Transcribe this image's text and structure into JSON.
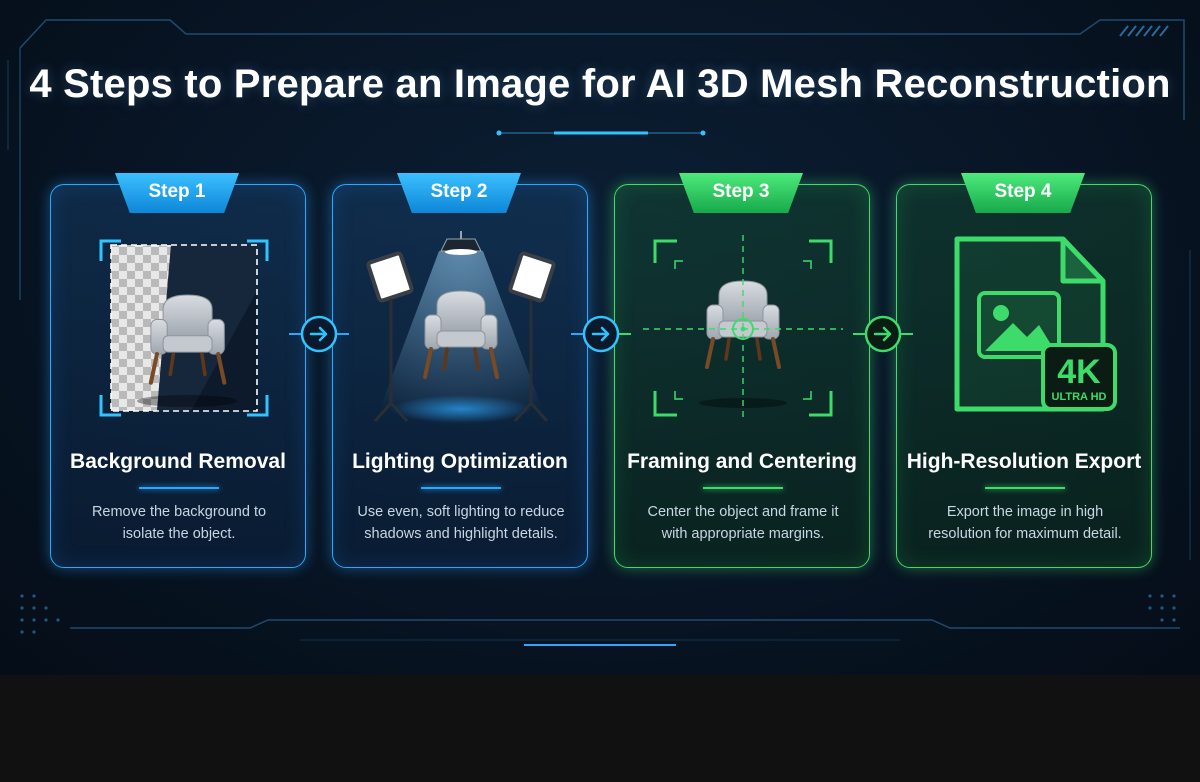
{
  "title": "4 Steps to Prepare an Image for AI 3D Mesh Reconstruction",
  "colors": {
    "blue_accent": "#2aa8ff",
    "green_accent": "#3ddc6a",
    "background": "#081525"
  },
  "steps": [
    {
      "badge": "Step 1",
      "title": "Background Removal",
      "description": "Remove the background to isolate the object.",
      "icon": "chair-transparent-background-icon"
    },
    {
      "badge": "Step 2",
      "title": "Lighting Optimization",
      "description": "Use even, soft lighting to reduce shadows and highlight details.",
      "icon": "chair-studio-lighting-icon"
    },
    {
      "badge": "Step 3",
      "title": "Framing and Centering",
      "description": "Center the object and frame it with appropriate margins.",
      "icon": "chair-crosshair-framing-icon"
    },
    {
      "badge": "Step 4",
      "title": "High-Resolution Export",
      "description": "Export the image in high resolution for maximum detail.",
      "icon": "image-file-4k-icon",
      "resolution_badge": {
        "main": "4K",
        "sub": "ULTRA HD"
      }
    }
  ]
}
